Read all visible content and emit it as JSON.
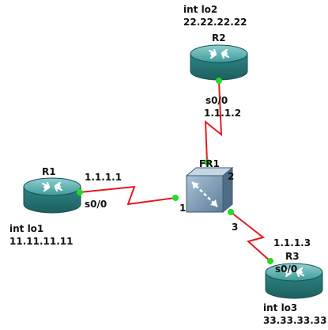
{
  "routers": {
    "r1": {
      "name": "R1",
      "iface_label": "int lo1",
      "iface_ip": "11.11.11.11"
    },
    "r2": {
      "name": "R2",
      "iface_label": "int lo2",
      "iface_ip": "22.22.22.22"
    },
    "r3": {
      "name": "R3",
      "iface_label": "int lo3",
      "iface_ip": "33.33.33.33"
    }
  },
  "switch": {
    "name": "FR1"
  },
  "links": {
    "r1_fr1": {
      "ip": "1.1.1.1",
      "port": "s0/0",
      "fr_port": "1"
    },
    "r2_fr1": {
      "ip": "1.1.1.2",
      "port": "s0/0",
      "fr_port": "2"
    },
    "r3_fr1": {
      "ip": "1.1.1.3",
      "port": "s0/0",
      "fr_port": "3"
    }
  },
  "colors": {
    "link": "#e41a1c",
    "port_dot": "#22dd22",
    "router_body": "#2f8f8f",
    "router_top": "#7fc0c0",
    "switch_body": "#6f8fa8"
  }
}
